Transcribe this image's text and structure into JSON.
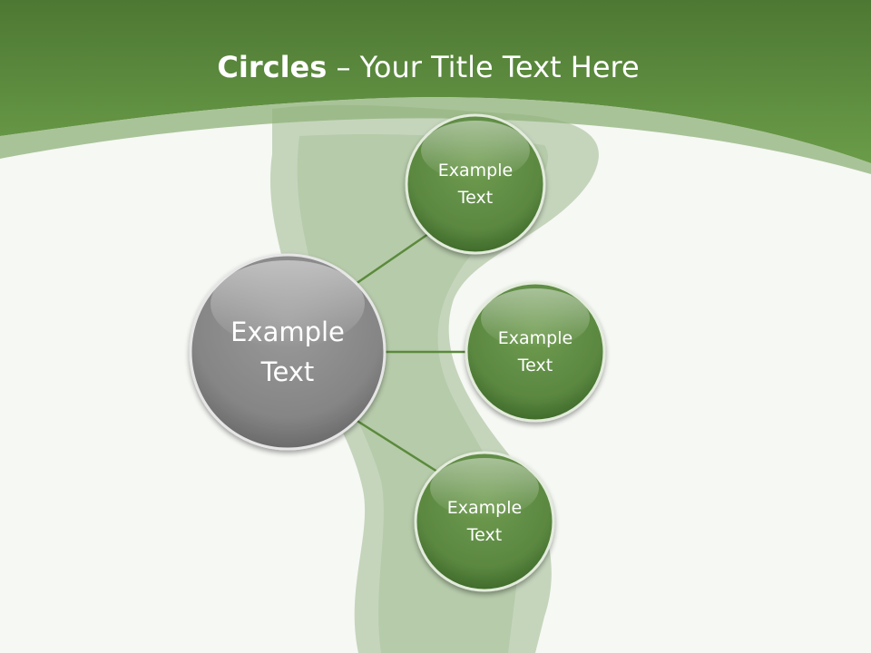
{
  "title": {
    "bold": "Circles",
    "separator": " – ",
    "rest": "Your Title Text Here"
  },
  "colors": {
    "header_top": "#4f7a35",
    "header_bottom": "#6b9e4a",
    "node_green": "#5f8c42",
    "node_gray": "#8c8c8c",
    "connector": "#5b8a3c",
    "grass": "#b9ccaf"
  },
  "center_node": {
    "label": "Example\nText"
  },
  "nodes": [
    {
      "label": "Example\nText"
    },
    {
      "label": "Example\nText"
    },
    {
      "label": "Example\nText"
    }
  ]
}
